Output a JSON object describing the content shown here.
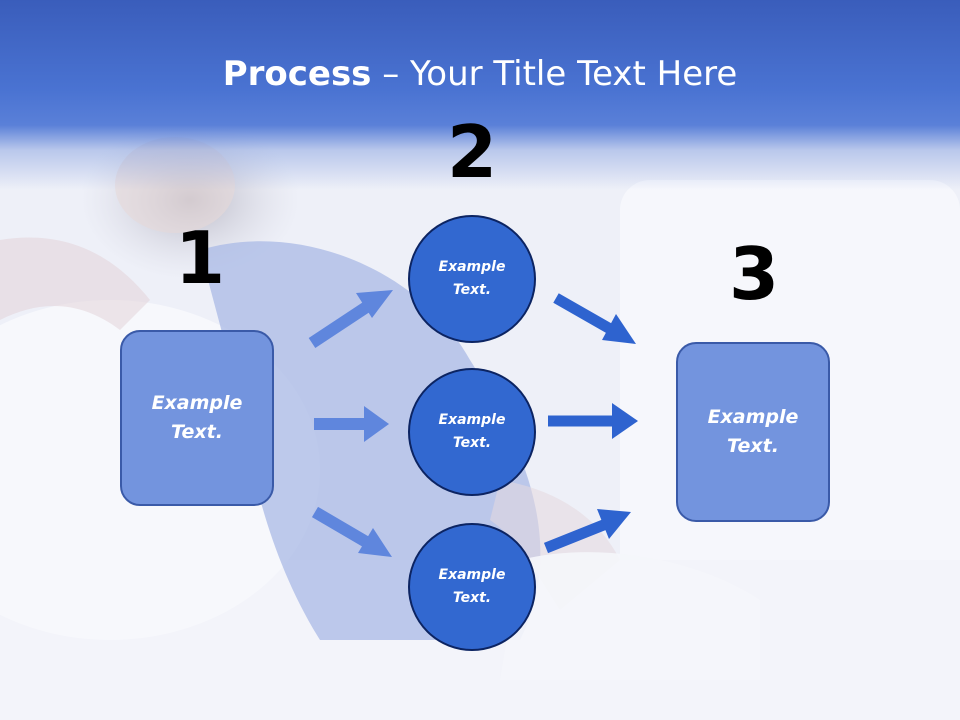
{
  "title": {
    "bold": "Process",
    "rest": " – Your Title Text Here"
  },
  "steps": {
    "one": "1",
    "two": "2",
    "three": "3"
  },
  "nodes": {
    "left_box": "Example\nText.",
    "circle_top": "Example\nText.",
    "circle_middle": "Example\nText.",
    "circle_bottom": "Example\nText.",
    "right_box": "Example\nText."
  },
  "colors": {
    "header": "#4a73d2",
    "box_fill": "#7394de",
    "circle_fill": "#3268d0",
    "arrow_light": "#5f86dd",
    "arrow_dark": "#2e63cf"
  }
}
